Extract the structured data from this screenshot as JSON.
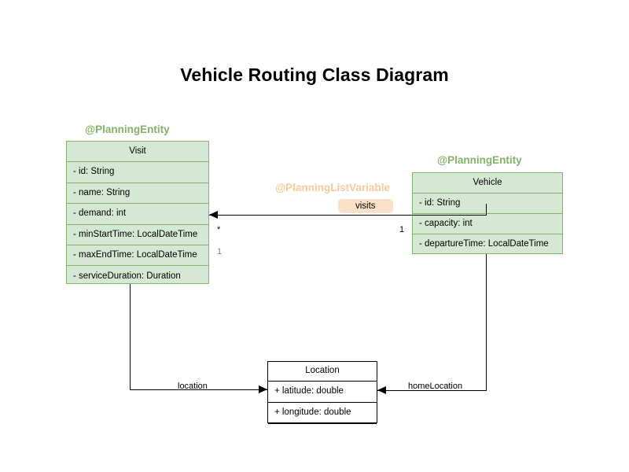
{
  "title": "Vehicle Routing Class Diagram",
  "colors": {
    "class_fill": "#d5e8d4",
    "class_border": "#82b366",
    "annotation_entity": "#82b366",
    "annotation_listvariable": "#fac99a",
    "label_badge_fill": "#fae0c8",
    "plain_fill": "#ffffff",
    "plain_border": "#000000",
    "multiplicity_accent": "#9673a6",
    "text": "#000000"
  },
  "classes": {
    "visit": {
      "annotation": "@PlanningEntity",
      "name": "Visit",
      "attributes": [
        "- id: String",
        "- name: String",
        "- demand: int",
        "- minStartTime: LocalDateTime",
        "- maxEndTime: LocalDateTime",
        "- serviceDuration: Duration"
      ]
    },
    "vehicle": {
      "annotation": "@PlanningEntity",
      "name": "Vehicle",
      "attributes": [
        "- id: String",
        "- capacity: int",
        "- departureTime: LocalDateTime"
      ]
    },
    "location": {
      "annotation": "",
      "name": "Location",
      "attributes": [
        "+ latitude: double",
        "+ longitude: double"
      ]
    }
  },
  "associations": {
    "visits": {
      "annotation": "@PlanningListVariable",
      "label": "visits",
      "source": "Vehicle",
      "target": "Visit",
      "source_multiplicity": "1",
      "target_multiplicity": "*",
      "target_multiplicity_secondary": "1"
    },
    "location": {
      "label": "location",
      "source": "Visit",
      "target": "Location"
    },
    "home_location": {
      "label": "homeLocation",
      "source": "Vehicle",
      "target": "Location"
    }
  }
}
